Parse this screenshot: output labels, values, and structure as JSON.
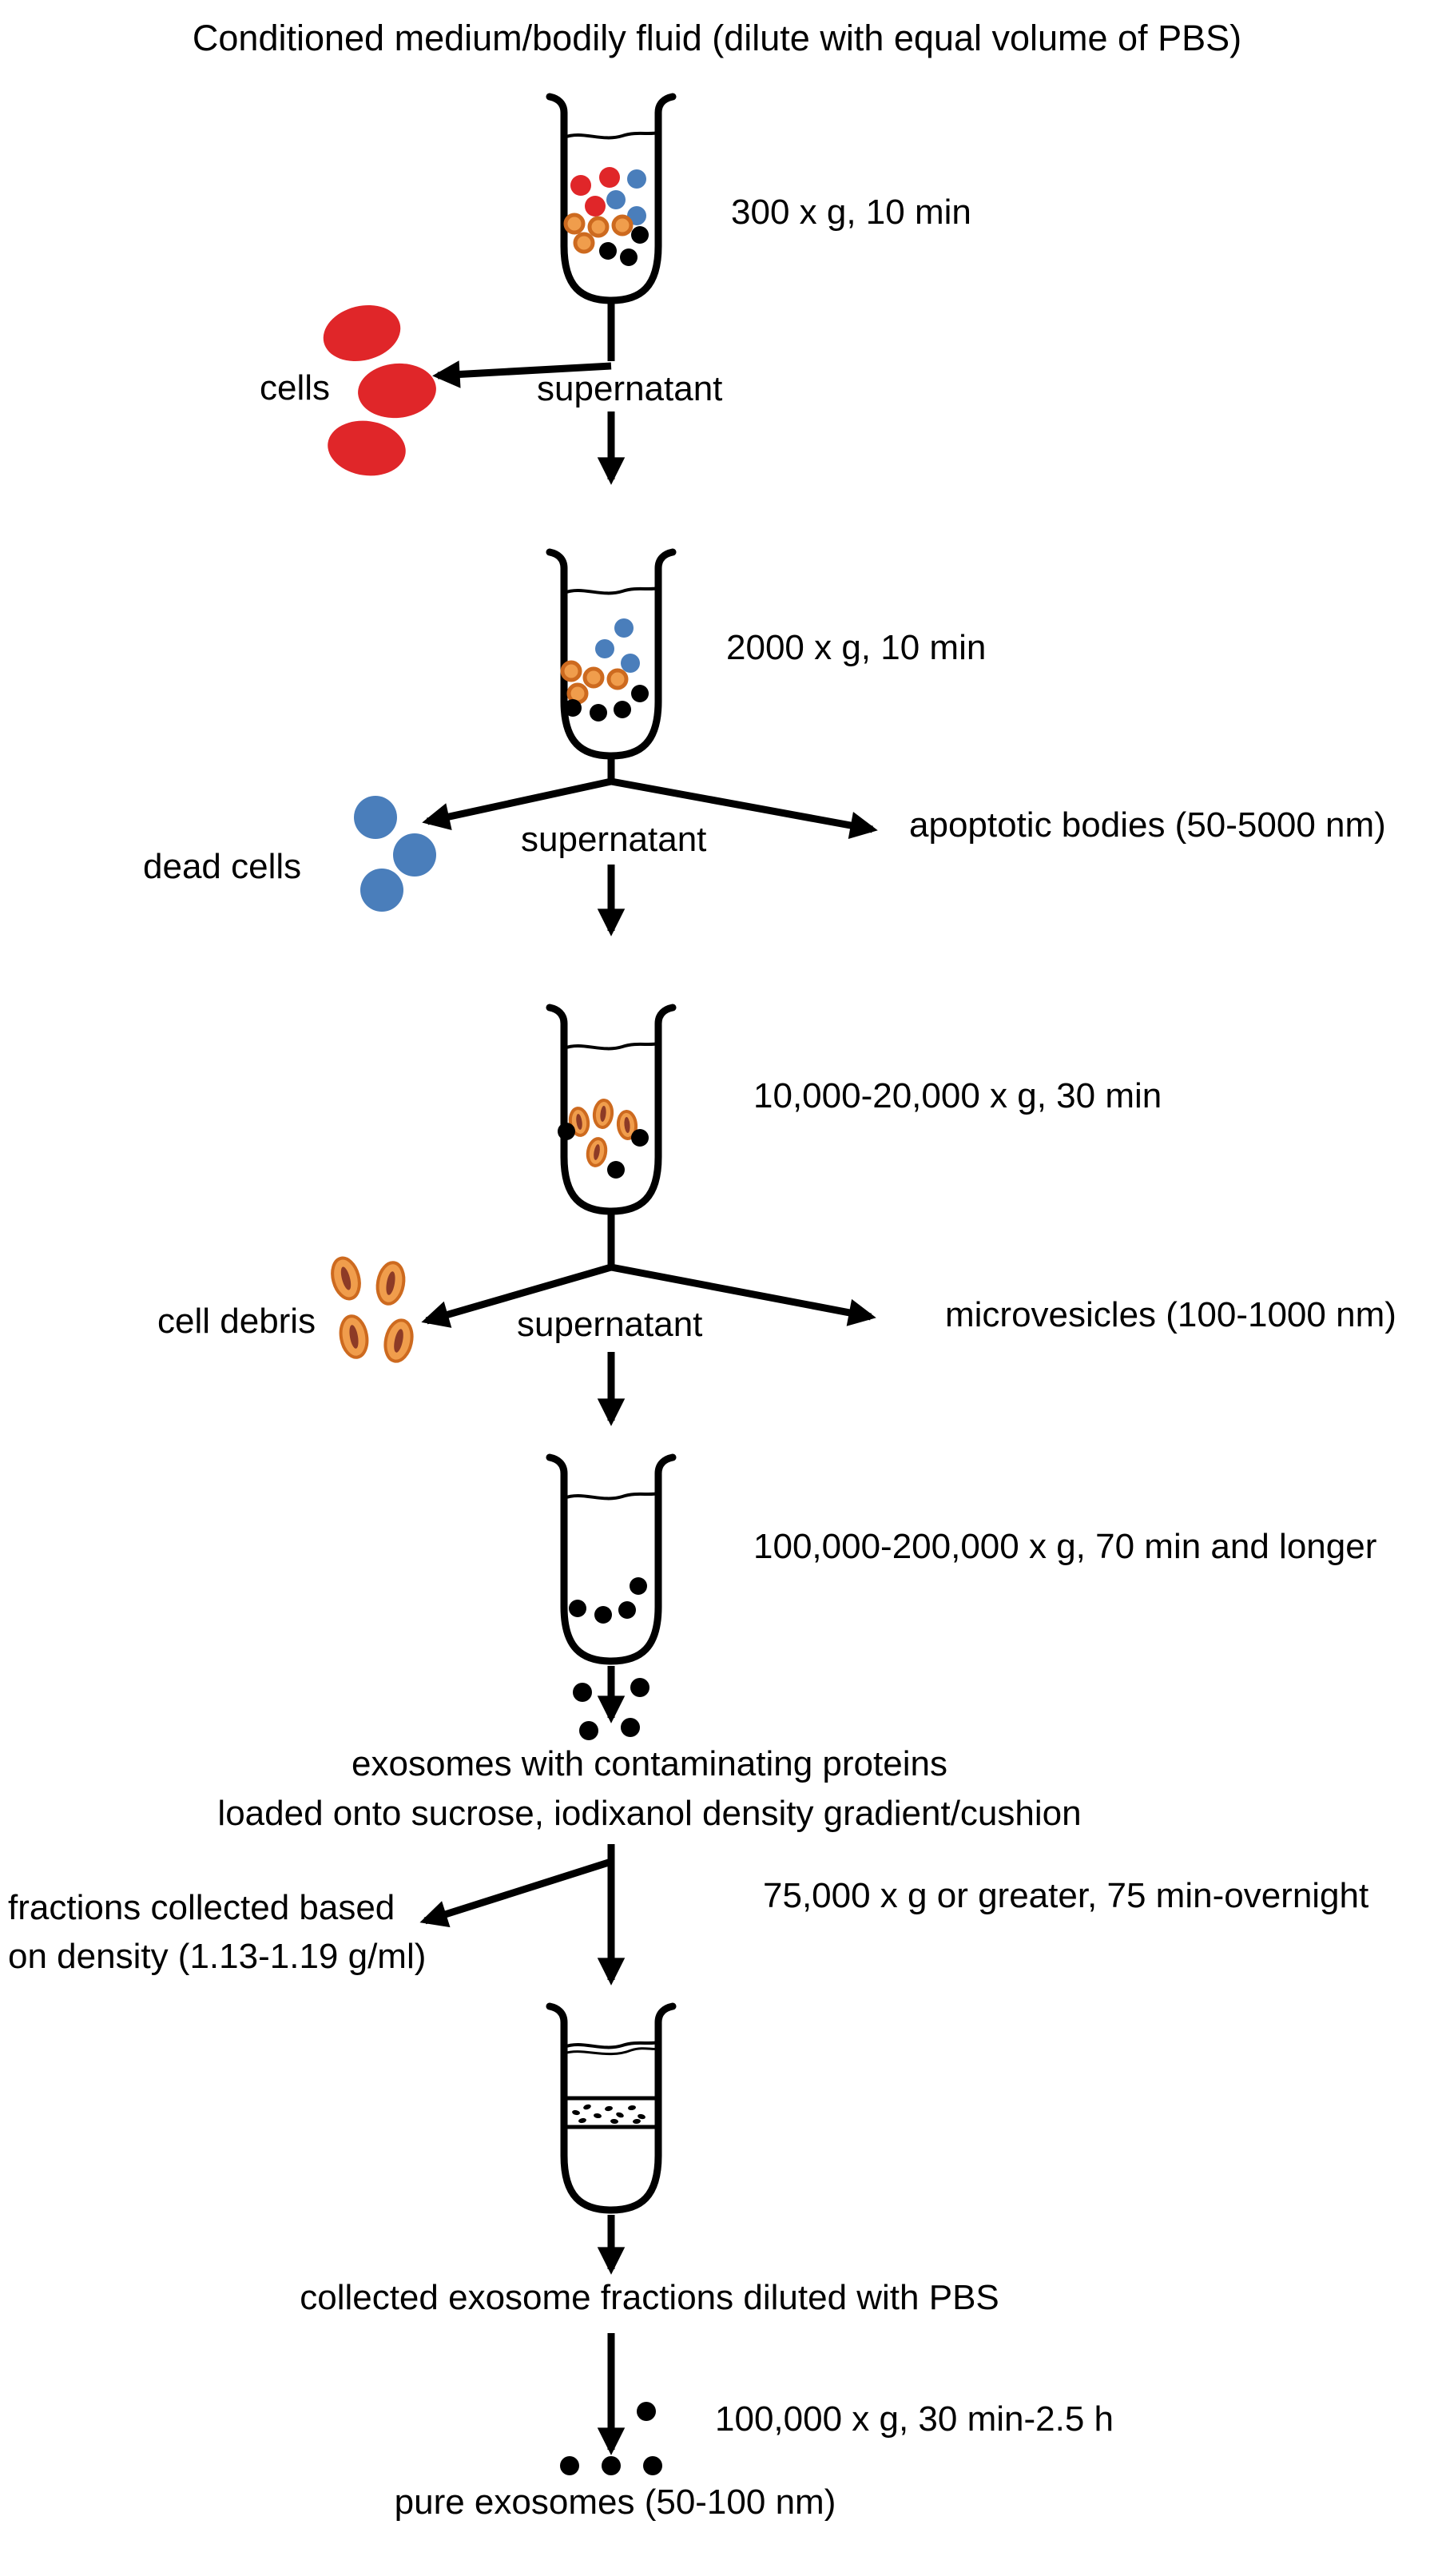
{
  "title": "Conditioned medium/bodily fluid (dilute with equal volume of PBS)",
  "stage1": {
    "spin": "300 x g, 10 min",
    "pellet_label": "cells",
    "supernatant_label": "supernatant"
  },
  "stage2": {
    "spin": "2000 x g, 10 min",
    "pellet_label": "dead cells",
    "supernatant_label": "supernatant",
    "vesicle_label": "apoptotic bodies (50-5000 nm)"
  },
  "stage3": {
    "spin": "10,000-20,000 x g, 30 min",
    "pellet_label": "cell debris",
    "supernatant_label": "supernatant",
    "vesicle_label": "microvesicles (100-1000 nm)"
  },
  "stage4": {
    "spin": "100,000-200,000 x g, 70 min and longer",
    "result_line1": "exosomes with contaminating proteins",
    "result_line2": "loaded onto sucrose, iodixanol density gradient/cushion"
  },
  "stage5": {
    "spin": "75,000 x g or greater, 75 min-overnight",
    "fractions_line1": "fractions collected based",
    "fractions_line2": "on density (1.13-1.19 g/ml)",
    "result": "collected exosome fractions diluted with PBS"
  },
  "stage6": {
    "spin": "100,000 x g, 30 min-2.5 h",
    "result": "pure exosomes (50-100 nm)"
  },
  "colors": {
    "ink": "#000000",
    "cells_red": "#e02629",
    "dead_cells_blue": "#4a7ebb",
    "debris_orange": "#f09d4c",
    "debris_edge": "#cd6a1f",
    "debris_core": "#8d3b26"
  }
}
